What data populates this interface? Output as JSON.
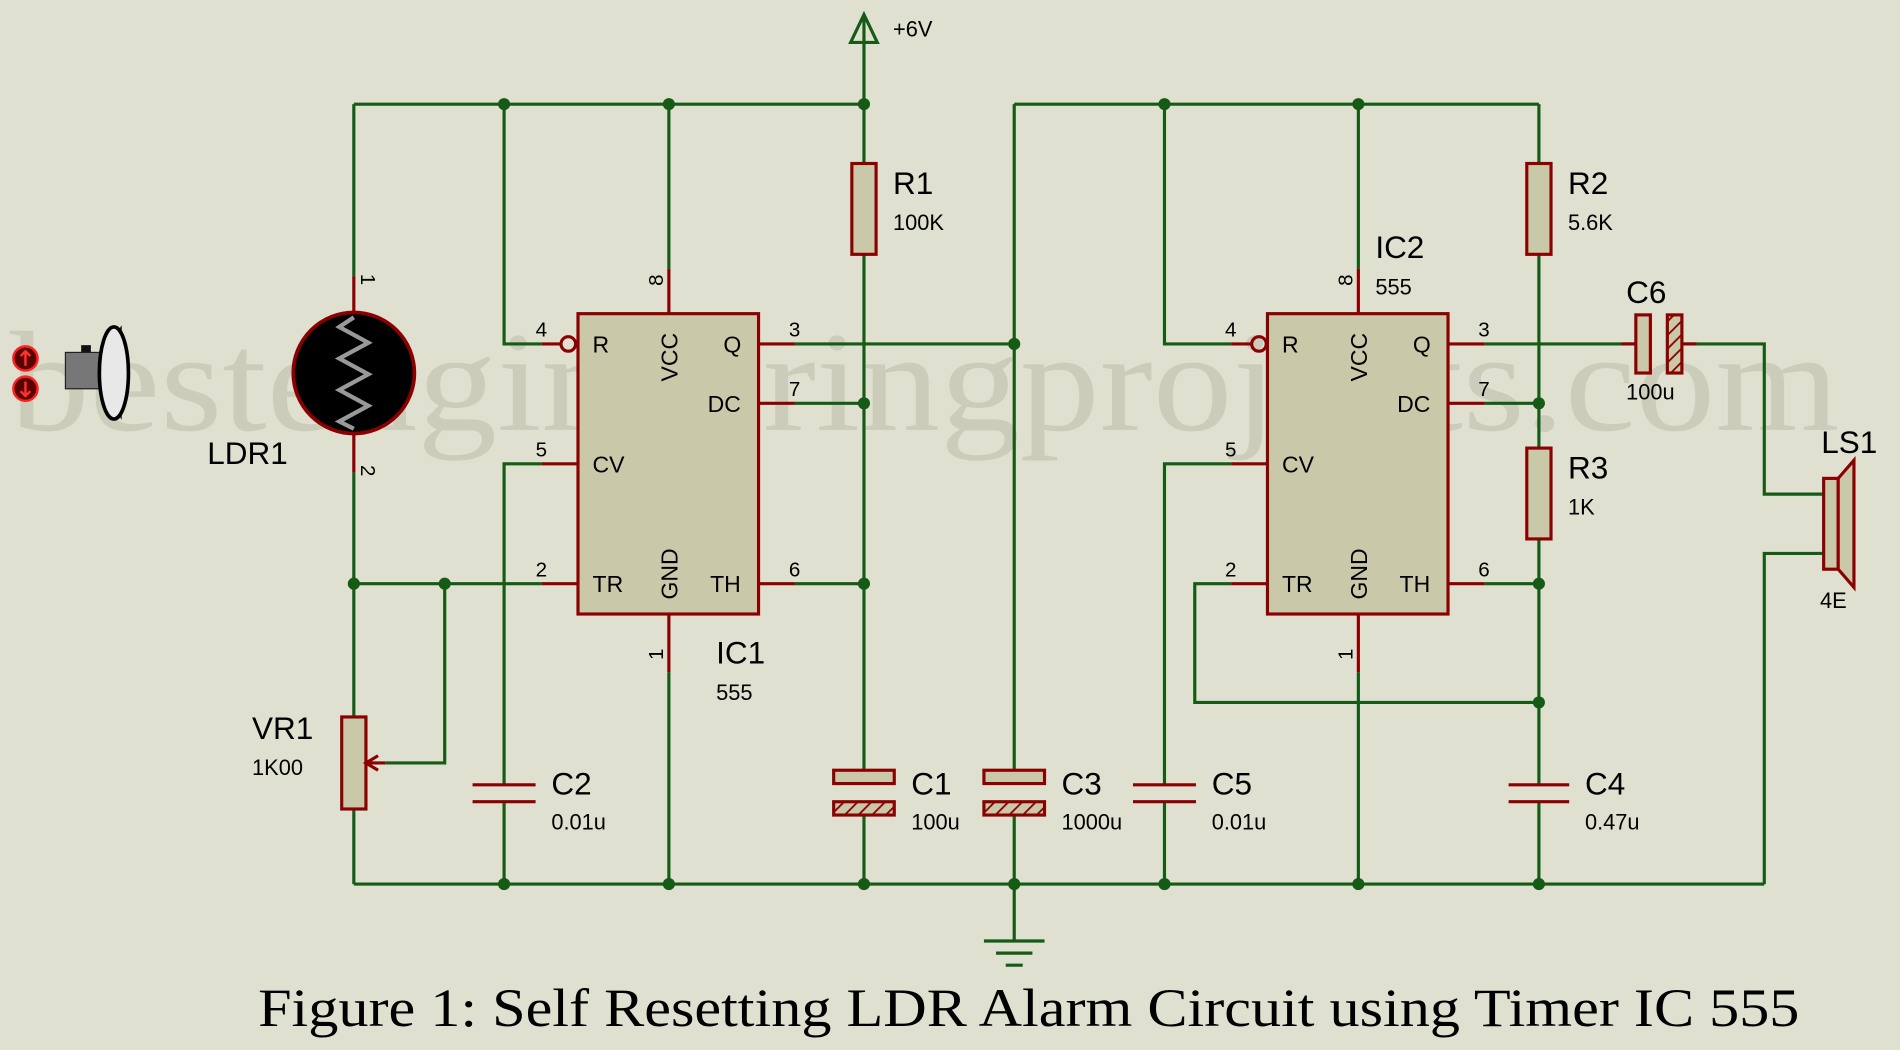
{
  "supply": {
    "label": "+6V"
  },
  "watermark": "bestengineeringprojects.com",
  "caption": "Figure 1: Self Resetting LDR Alarm Circuit using Timer IC 555",
  "colors": {
    "background": "#dfe0cf",
    "wire": "#155a15",
    "component": "#8b0000",
    "ic_fill": "#c9c9a9"
  },
  "components": {
    "ldr1": {
      "ref": "LDR1",
      "pin1": "1",
      "pin2": "2"
    },
    "vr1": {
      "ref": "VR1",
      "value": "1K00"
    },
    "r1": {
      "ref": "R1",
      "value": "100K"
    },
    "r2": {
      "ref": "R2",
      "value": "5.6K"
    },
    "r3": {
      "ref": "R3",
      "value": "1K"
    },
    "c1": {
      "ref": "C1",
      "value": "100u"
    },
    "c2": {
      "ref": "C2",
      "value": "0.01u"
    },
    "c3": {
      "ref": "C3",
      "value": "1000u"
    },
    "c4": {
      "ref": "C4",
      "value": "0.47u"
    },
    "c5": {
      "ref": "C5",
      "value": "0.01u"
    },
    "c6": {
      "ref": "C6",
      "value": "100u"
    },
    "ls1": {
      "ref": "LS1",
      "value": "4E"
    },
    "ic1": {
      "ref": "IC1",
      "value": "555"
    },
    "ic2": {
      "ref": "IC2",
      "value": "555"
    }
  },
  "ic_pins": {
    "names": {
      "r": "R",
      "vcc": "VCC",
      "q": "Q",
      "dc": "DC",
      "cv": "CV",
      "tr": "TR",
      "gnd": "GND",
      "th": "TH"
    },
    "numbers": {
      "r": "4",
      "vcc": "8",
      "q": "3",
      "dc": "7",
      "cv": "5",
      "tr": "2",
      "gnd": "1",
      "th": "6"
    }
  },
  "sound_control": {
    "icon": "speaker-icon",
    "up": "arrow-up-icon",
    "down": "arrow-down-icon"
  }
}
